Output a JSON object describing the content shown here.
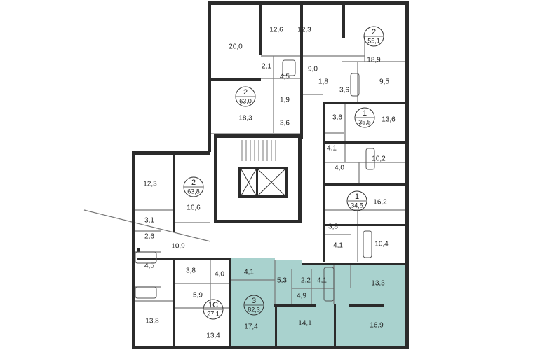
{
  "plan": {
    "highlight_color": "#a9d2ce",
    "wall_color": "#2b2b2b",
    "apartments": [
      {
        "rooms": "2",
        "area": "55,1"
      },
      {
        "rooms": "2",
        "area": "63,0"
      },
      {
        "rooms": "1",
        "area": "35,5"
      },
      {
        "rooms": "1",
        "area": "34,5"
      },
      {
        "rooms": "2",
        "area": "63,8"
      },
      {
        "rooms": "1С",
        "area": "27,1"
      },
      {
        "rooms": "3",
        "area": "82,3"
      }
    ],
    "room_areas": [
      "20,0",
      "12,6",
      "12,3",
      "18,9",
      "2,1",
      "4,5",
      "9,0",
      "1,8",
      "3,6",
      "9,5",
      "18,3",
      "1,9",
      "3,6",
      "3,6",
      "13,6",
      "4,1",
      "4,0",
      "10,2",
      "16,2",
      "3,8",
      "4,1",
      "10,4",
      "12,3",
      "16,6",
      "3,1",
      "2,6",
      "10,9",
      "4,5",
      "3,8",
      "4,0",
      "5,9",
      "13,8",
      "13,4",
      "4,1",
      "5,3",
      "2,2",
      "4,1",
      "13,3",
      "4,9",
      "17,4",
      "14,1",
      "16,9"
    ]
  }
}
